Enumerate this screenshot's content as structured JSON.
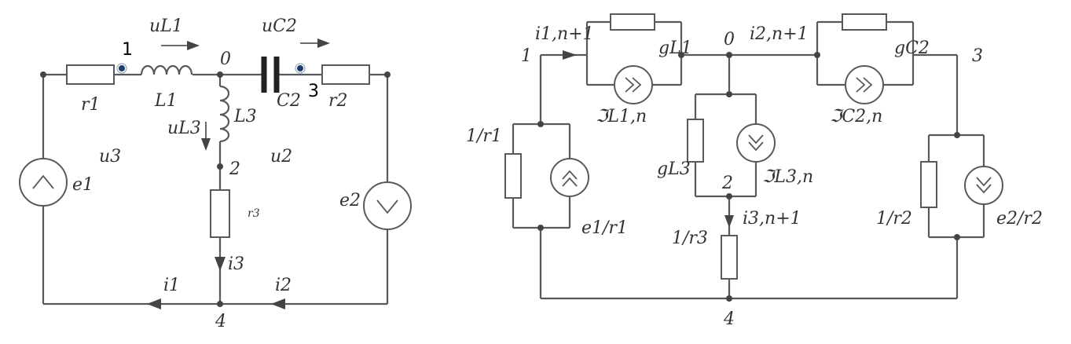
{
  "left_circuit": {
    "nodes": {
      "n1": "1",
      "n0": "0",
      "n3": "3",
      "n2": "2",
      "n4": "4"
    },
    "components": {
      "r1": "r1",
      "L1": "L1",
      "L3": "L3",
      "C2": "C2",
      "r2": "r2",
      "r3": "r3",
      "e1": "e1",
      "e2": "e2"
    },
    "labels": {
      "uL1": "uL1",
      "uC2": "uC2",
      "uL3": "uL3",
      "u3": "u3",
      "u2": "u2",
      "i1": "i1",
      "i2": "i2",
      "i3": "i3"
    }
  },
  "right_circuit": {
    "nodes": {
      "n1": "1",
      "n0": "0",
      "n3": "3",
      "n2": "2",
      "n4": "4"
    },
    "currents": {
      "i1": "i1,n+1",
      "i2": "i2,n+1",
      "i3": "i3,n+1"
    },
    "components": {
      "gL1": "gL1",
      "gC2": "gC2",
      "gL3": "gL3",
      "JL1": "ℑL1,n",
      "JC2": "ℑC2,n",
      "JL3": "ℑL3,n",
      "g_r1": "1/r1",
      "J_e1": "e1/r1",
      "g_r2": "1/r2",
      "J_e2": "e2/r2",
      "g_r3": "1/r3"
    }
  }
}
